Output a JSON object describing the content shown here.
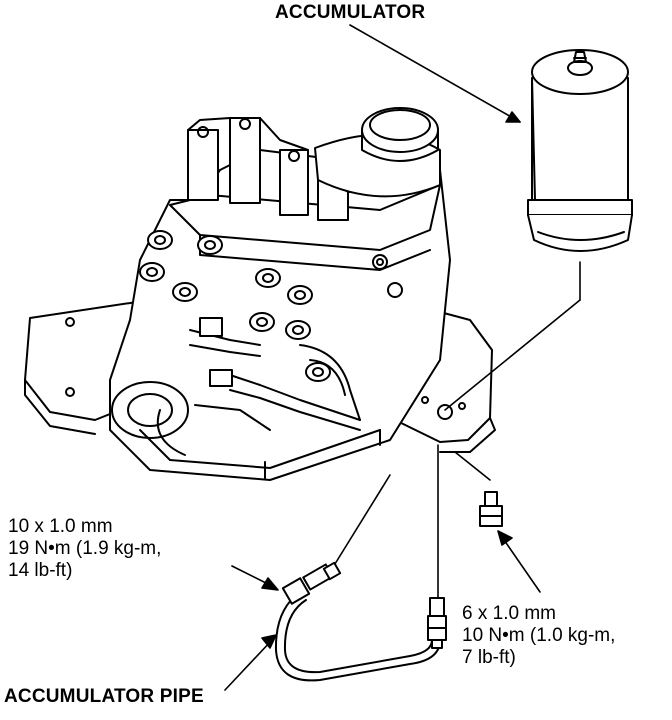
{
  "labels": {
    "accumulator": "ACCUMULATOR",
    "accumulator_pipe": "ACCUMULATOR PIPE"
  },
  "spec_left": {
    "line1": "10 x 1.0 mm",
    "line2": "19 N•m (1.9 kg-m,",
    "line3": "14 lb-ft)"
  },
  "spec_right": {
    "line1": "6 x 1.0 mm",
    "line2": "10 N•m (1.0 kg-m,",
    "line3": "7 lb-ft)"
  },
  "colors": {
    "ink": "#000000",
    "paper": "#ffffff"
  }
}
